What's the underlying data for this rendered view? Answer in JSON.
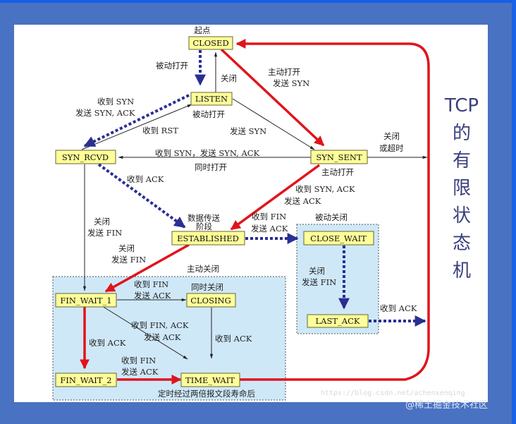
{
  "title": {
    "lines": [
      "TCP",
      "的",
      "有",
      "限",
      "状",
      "态",
      "机"
    ],
    "color": "#3a3f7c"
  },
  "states": {
    "closed": "CLOSED",
    "listen": "LISTEN",
    "syn_rcvd": "SYN_RCVD",
    "syn_sent": "SYN_SENT",
    "established": "ESTABLISHED",
    "close_wait": "CLOSE_WAIT",
    "last_ack": "LAST_ACK",
    "fin_wait_1": "FIN_WAIT_1",
    "fin_wait_2": "FIN_WAIT_2",
    "closing": "CLOSING",
    "time_wait": "TIME_WAIT"
  },
  "labels": {
    "start": "起点",
    "passive_open": "被动打开",
    "close": "关闭",
    "listen_passive_open": "被动打开",
    "active_open_1": "主动打开",
    "active_open_2": "发送 SYN",
    "recv_syn_1": "收到 SYN",
    "recv_syn_2": "发送 SYN, ACK",
    "recv_rst": "收到 RST",
    "send_syn": "发送 SYN",
    "simul_open_1": "收到 SYN，发送 SYN, ACK",
    "simul_open_2": "同时打开",
    "close_timeout_1": "关闭",
    "close_timeout_2": "或超时",
    "syn_sent_active": "主动打开",
    "recv_ack": "收到 ACK",
    "recv_synack_1": "收到 SYN, ACK",
    "recv_synack_2": "发送 ACK",
    "data_transfer_1": "数据传送",
    "data_transfer_2": "阶段",
    "recv_fin_1": "收到 FIN",
    "recv_fin_2": "发送 ACK",
    "passive_close": "被动关闭",
    "rcvd_close_1": "关闭",
    "rcvd_close_2": "发送 FIN",
    "est_close_1": "关闭",
    "est_close_2": "发送 FIN",
    "active_close": "主动关闭",
    "fw1_recv_fin_1": "收到 FIN",
    "fw1_recv_fin_2": "发送 ACK",
    "simul_close": "同时关闭",
    "fw1_finack_1": "收到 FIN, ACK",
    "fw1_finack_2": "发送 ACK",
    "fw1_recv_ack": "收到 ACK",
    "closing_recv_ack": "收到 ACK",
    "fw2_recv_fin_1": "收到 FIN",
    "fw2_recv_fin_2": "发送 ACK",
    "cw_close_1": "关闭",
    "cw_close_2": "发送 FIN",
    "last_ack_recv": "收到 ACK",
    "timeout_2msl": "定时经过两倍报文段寿命后"
  },
  "watermark": "https://blog.csdn.net/achenxenqing",
  "credit": "@稀土掘金技术社区",
  "colors": {
    "state_fill": "#ffff99",
    "state_border": "#666633",
    "client_path": "#e0141c",
    "server_path": "#2a2f92",
    "region_fill": "#cfe8f8",
    "background": "#4a72c2"
  }
}
